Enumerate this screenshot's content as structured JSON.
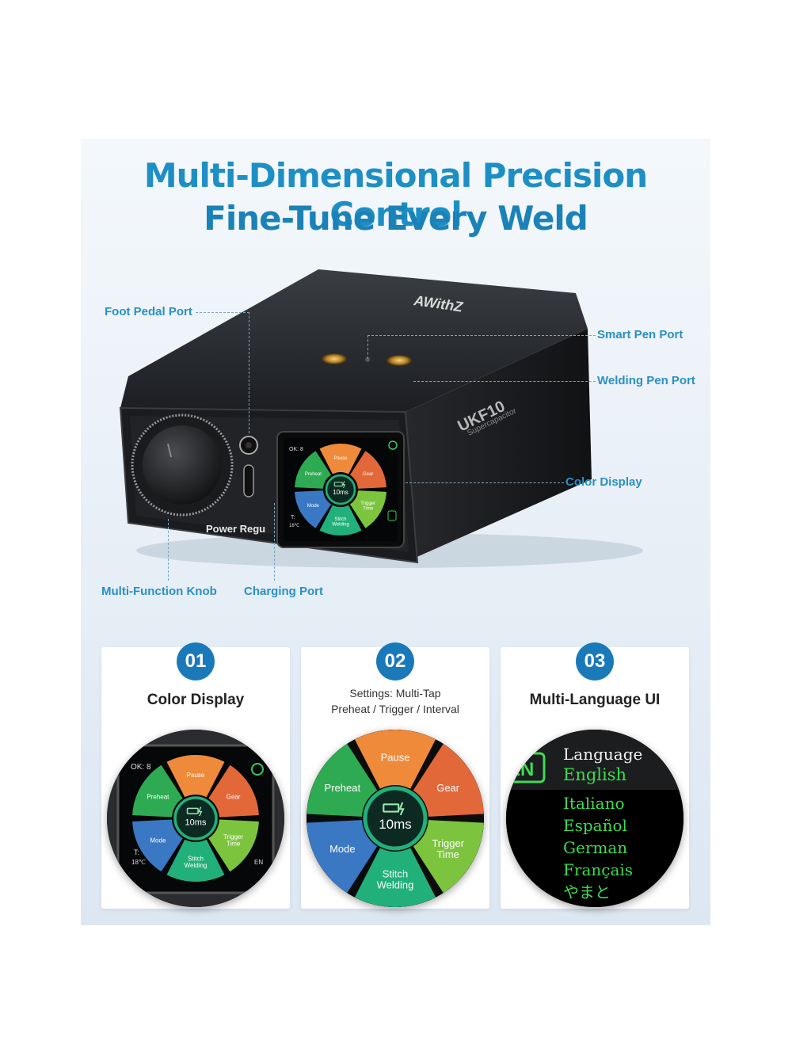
{
  "headline": {
    "line1": "Multi-Dimensional Precision Control",
    "line2": "Fine-Tune Every Weld"
  },
  "device": {
    "brand": "AWithZ",
    "model": "UKF10",
    "model_sub": "Supercapacitor",
    "knob_label": "Power Regu",
    "screen": {
      "ok": "OK: 8",
      "temp_label": "T:",
      "temp_value": "18℃",
      "lang_badge": "EN",
      "center_value": "10ms",
      "segments": [
        "Pause",
        "Gear",
        "Trigger Time",
        "Stitch Welding",
        "Mode",
        "Preheat"
      ]
    }
  },
  "callouts": {
    "foot_pedal_port": "Foot Pedal Port",
    "smart_pen_port": "Smart Pen Port",
    "welding_pen_port": "Welding Pen Port",
    "color_display": "Color Display",
    "multi_function_knob": "Multi-Function Knob",
    "charging_port": "Charging Port"
  },
  "cards": [
    {
      "number": "01",
      "title": "Color Display"
    },
    {
      "number": "02",
      "title_line1": "Settings: Multi-Tap",
      "title_line2": "Preheat / Trigger / Interval"
    },
    {
      "number": "03",
      "title": "Multi-Language UI"
    }
  ],
  "language_menu": {
    "badge": "EN",
    "header": "Language",
    "selected": "English",
    "options": [
      "Italiano",
      "Español",
      "German",
      "Français",
      "やまと"
    ]
  },
  "colors": {
    "accent": "#1e8fc4",
    "badge": "#1a79b9",
    "pause": "#ef8a3a",
    "gear": "#e2683a",
    "trigger": "#7cc43e",
    "stitch": "#22b07a",
    "mode": "#3a78c4",
    "preheat": "#2eaa52",
    "lang_green": "#3ddc52"
  }
}
